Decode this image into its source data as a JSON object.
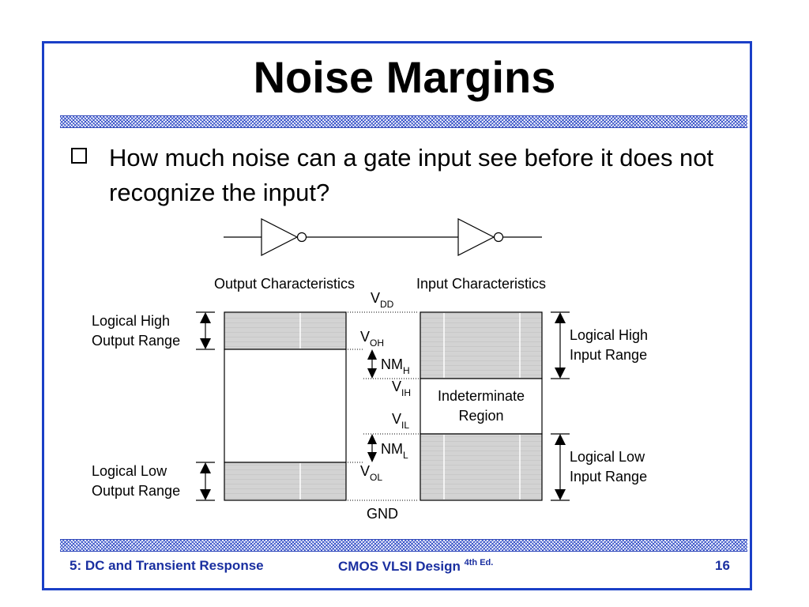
{
  "slide": {
    "title": "Noise Margins",
    "bullet": "How much noise can a gate input see before it does not recognize the input?"
  },
  "diagram": {
    "output_heading": "Output Characteristics",
    "input_heading": "Input Characteristics",
    "vdd": {
      "main": "V",
      "sub": "DD"
    },
    "gnd": "GND",
    "voh": {
      "main": "V",
      "sub": "OH"
    },
    "vih": {
      "main": "V",
      "sub": "IH"
    },
    "vil": {
      "main": "V",
      "sub": "IL"
    },
    "vol": {
      "main": "V",
      "sub": "OL"
    },
    "nmh": {
      "main": "NM",
      "sub": "H"
    },
    "nml": {
      "main": "NM",
      "sub": "L"
    },
    "out_high_line1": "Logical High",
    "out_high_line2": "Output Range",
    "out_low_line1": "Logical Low",
    "out_low_line2": "Output Range",
    "in_high_line1": "Logical High",
    "in_high_line2": "Input Range",
    "in_low_line1": "Logical Low",
    "in_low_line2": "Input Range",
    "indeterminate_line1": "Indeterminate",
    "indeterminate_line2": "Region",
    "colors": {
      "shade": "#d0d0d0",
      "line": "#000000"
    }
  },
  "footer": {
    "left": "5: DC and Transient Response",
    "mid": "CMOS VLSI Design",
    "mid_sup": "4th Ed.",
    "page": "16"
  },
  "theme": {
    "accent": "#1a3fc7",
    "footer_text": "#1a2fa0"
  }
}
